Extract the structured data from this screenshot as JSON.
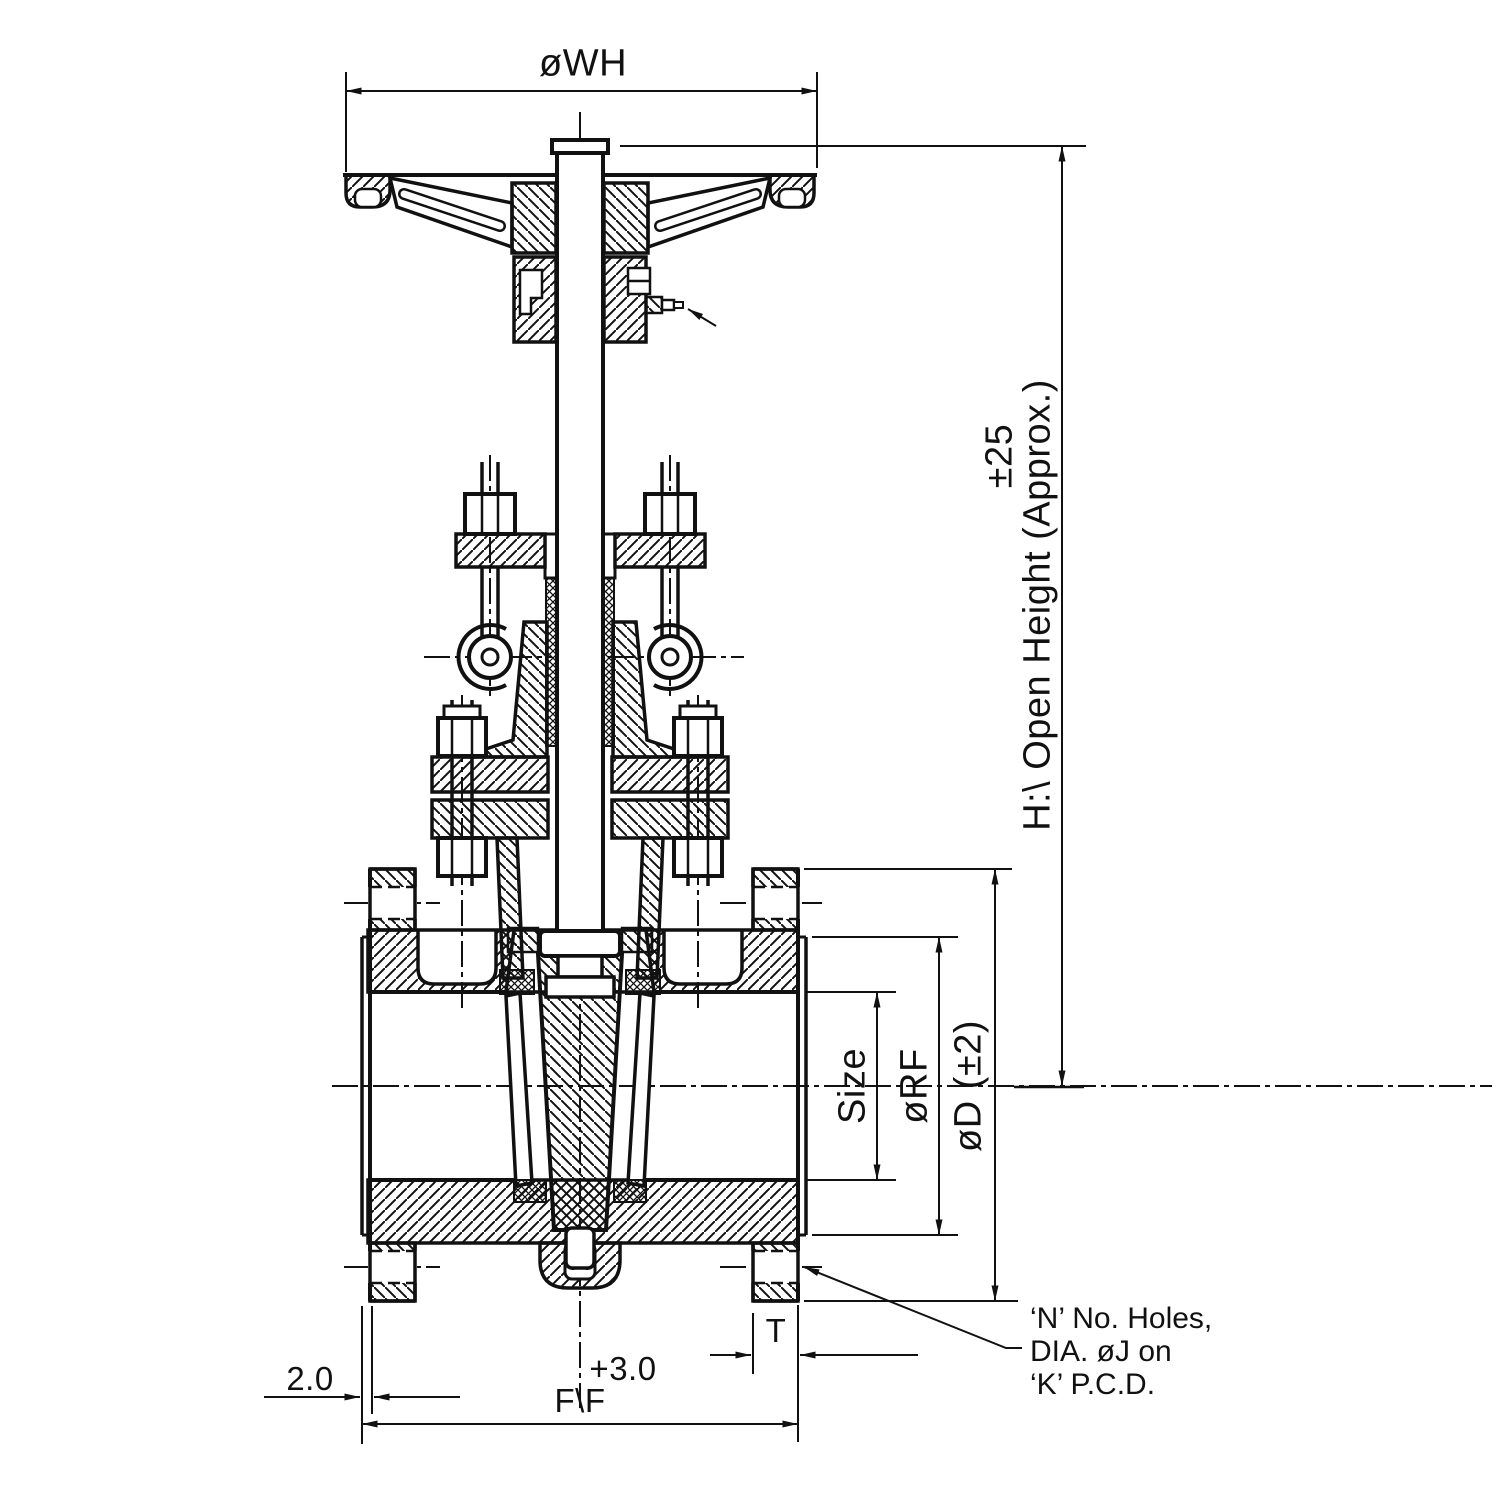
{
  "drawing": {
    "type": "gate-valve-cross-section",
    "colors": {
      "line": "#111111",
      "background": "#ffffff"
    },
    "labels": {
      "handwheel_diameter": "øWH",
      "open_height_tolerance": "±25",
      "open_height": "H:\\ Open Height (Approx.)",
      "bore_size": "Size",
      "raised_face_diameter": "øRF",
      "flange_diameter": "øD (±2)",
      "flange_thickness": "T",
      "raised_face_height": "2.0",
      "face_to_face_tolerance": "+3.0",
      "face_to_face": "F\\F"
    },
    "notes": {
      "bolt_holes_line1": "‘N’ No. Holes,",
      "bolt_holes_line2": "DIA. øJ on",
      "bolt_holes_line3": "‘K’ P.C.D."
    }
  }
}
